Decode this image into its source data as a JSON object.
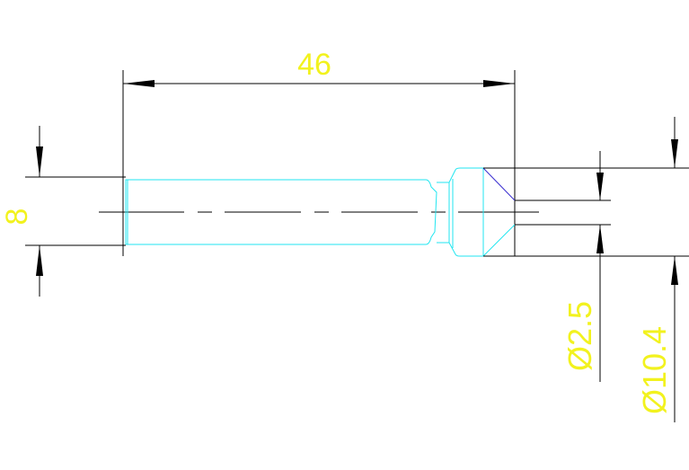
{
  "drawing": {
    "colors": {
      "background": "#ffffff",
      "dimension": "#000000",
      "part_outline": "#22e6f0",
      "chamfer_line": "#3a2fd0",
      "center_line": "#000000",
      "dimension_text": "#f2f21e"
    },
    "dimensions": {
      "length_label": "46",
      "shaft_height_label": "8",
      "hole_diameter_label": "Ø2.5",
      "head_diameter_label": "Ø10.4"
    }
  }
}
